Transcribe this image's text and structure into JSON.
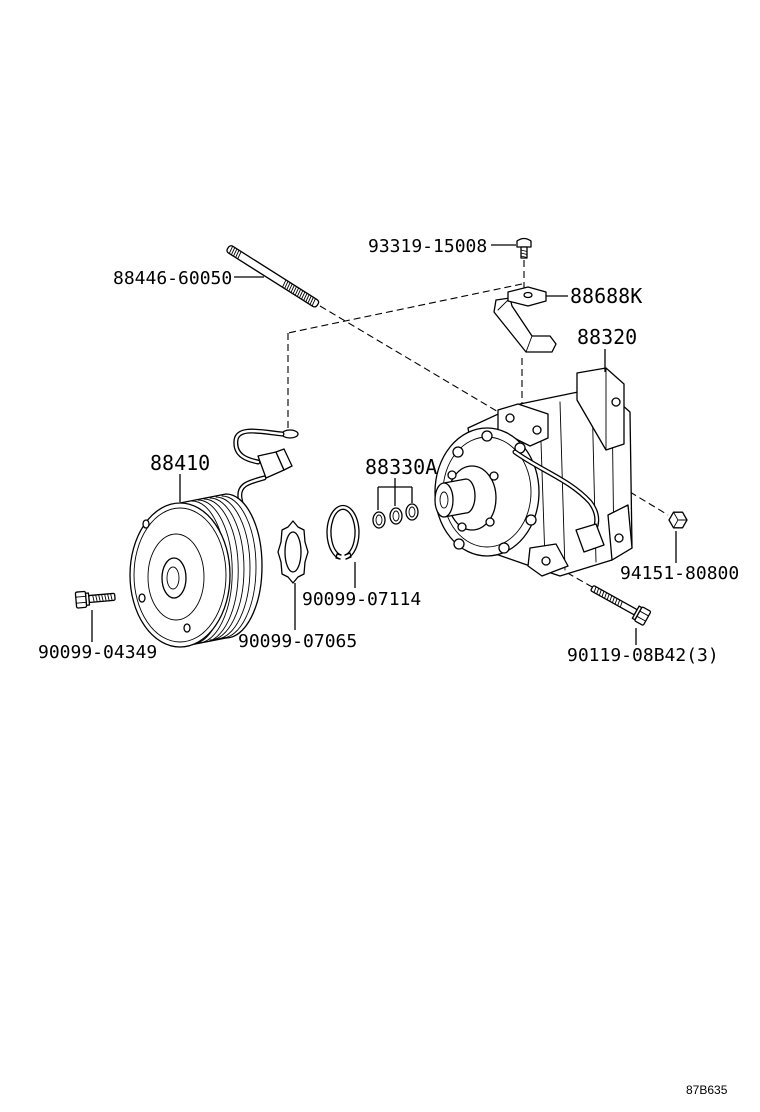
{
  "diagram": {
    "callouts": [
      "93319-15008",
      "88446-60050",
      "88688K",
      "88320",
      "88410",
      "88330A",
      "94151-80800",
      "90099-07114",
      "90099-07065",
      "90099-04349",
      "90119-08B42(3)"
    ],
    "illustration_code": "87B635"
  },
  "colors": {
    "line": "#000000",
    "background": "#ffffff"
  }
}
